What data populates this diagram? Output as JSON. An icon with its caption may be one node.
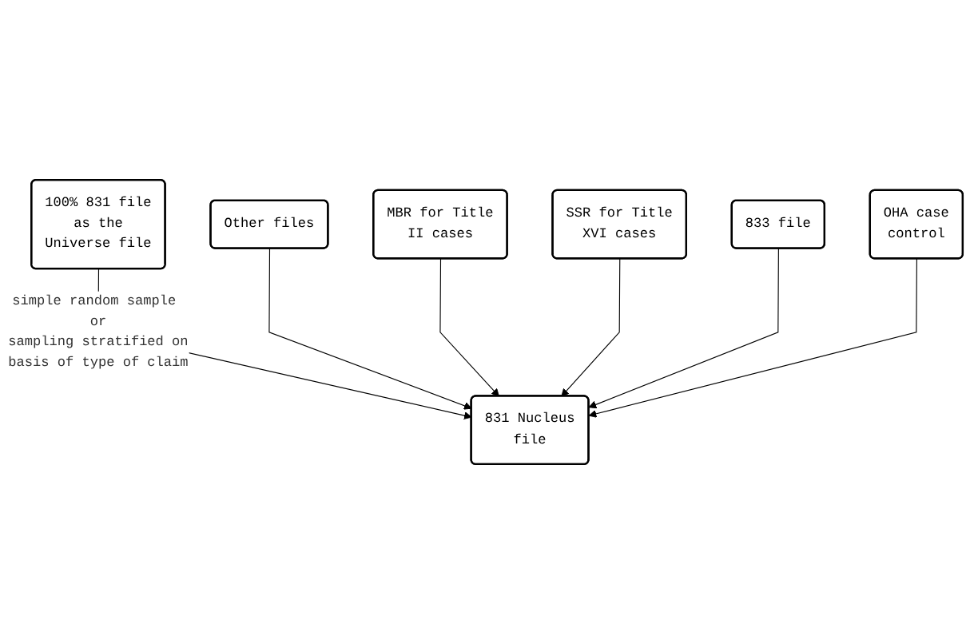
{
  "diagram": {
    "nodes": [
      {
        "text": [
          "100% 831 file as the Universe file"
        ]
      },
      {
        "text": [
          "831 Nucleus file"
        ]
      },
      {
        "text": [
          "Other files"
        ]
      },
      {
        "text": [
          "MBR for Title II cases"
        ]
      },
      {
        "text": [
          "SSR for Title XVI cases"
        ]
      },
      {
        "text": [
          "833 file"
        ]
      },
      {
        "text": [
          "OHA case control"
        ]
      }
    ],
    "edges": [
      {
        "from": 0,
        "to": 1,
        "arrow": "to",
        "label": "simple random sample or sampling stratified on basis of type of claim"
      },
      {
        "from": 2,
        "to": 1,
        "arrow": "to"
      },
      {
        "from": 3,
        "to": 1,
        "arrow": "to"
      },
      {
        "from": 4,
        "to": 1,
        "arrow": "to"
      },
      {
        "from": 5,
        "to": 1,
        "arrow": "to"
      },
      {
        "from": 6,
        "to": 1,
        "arrow": "to"
      }
    ]
  }
}
